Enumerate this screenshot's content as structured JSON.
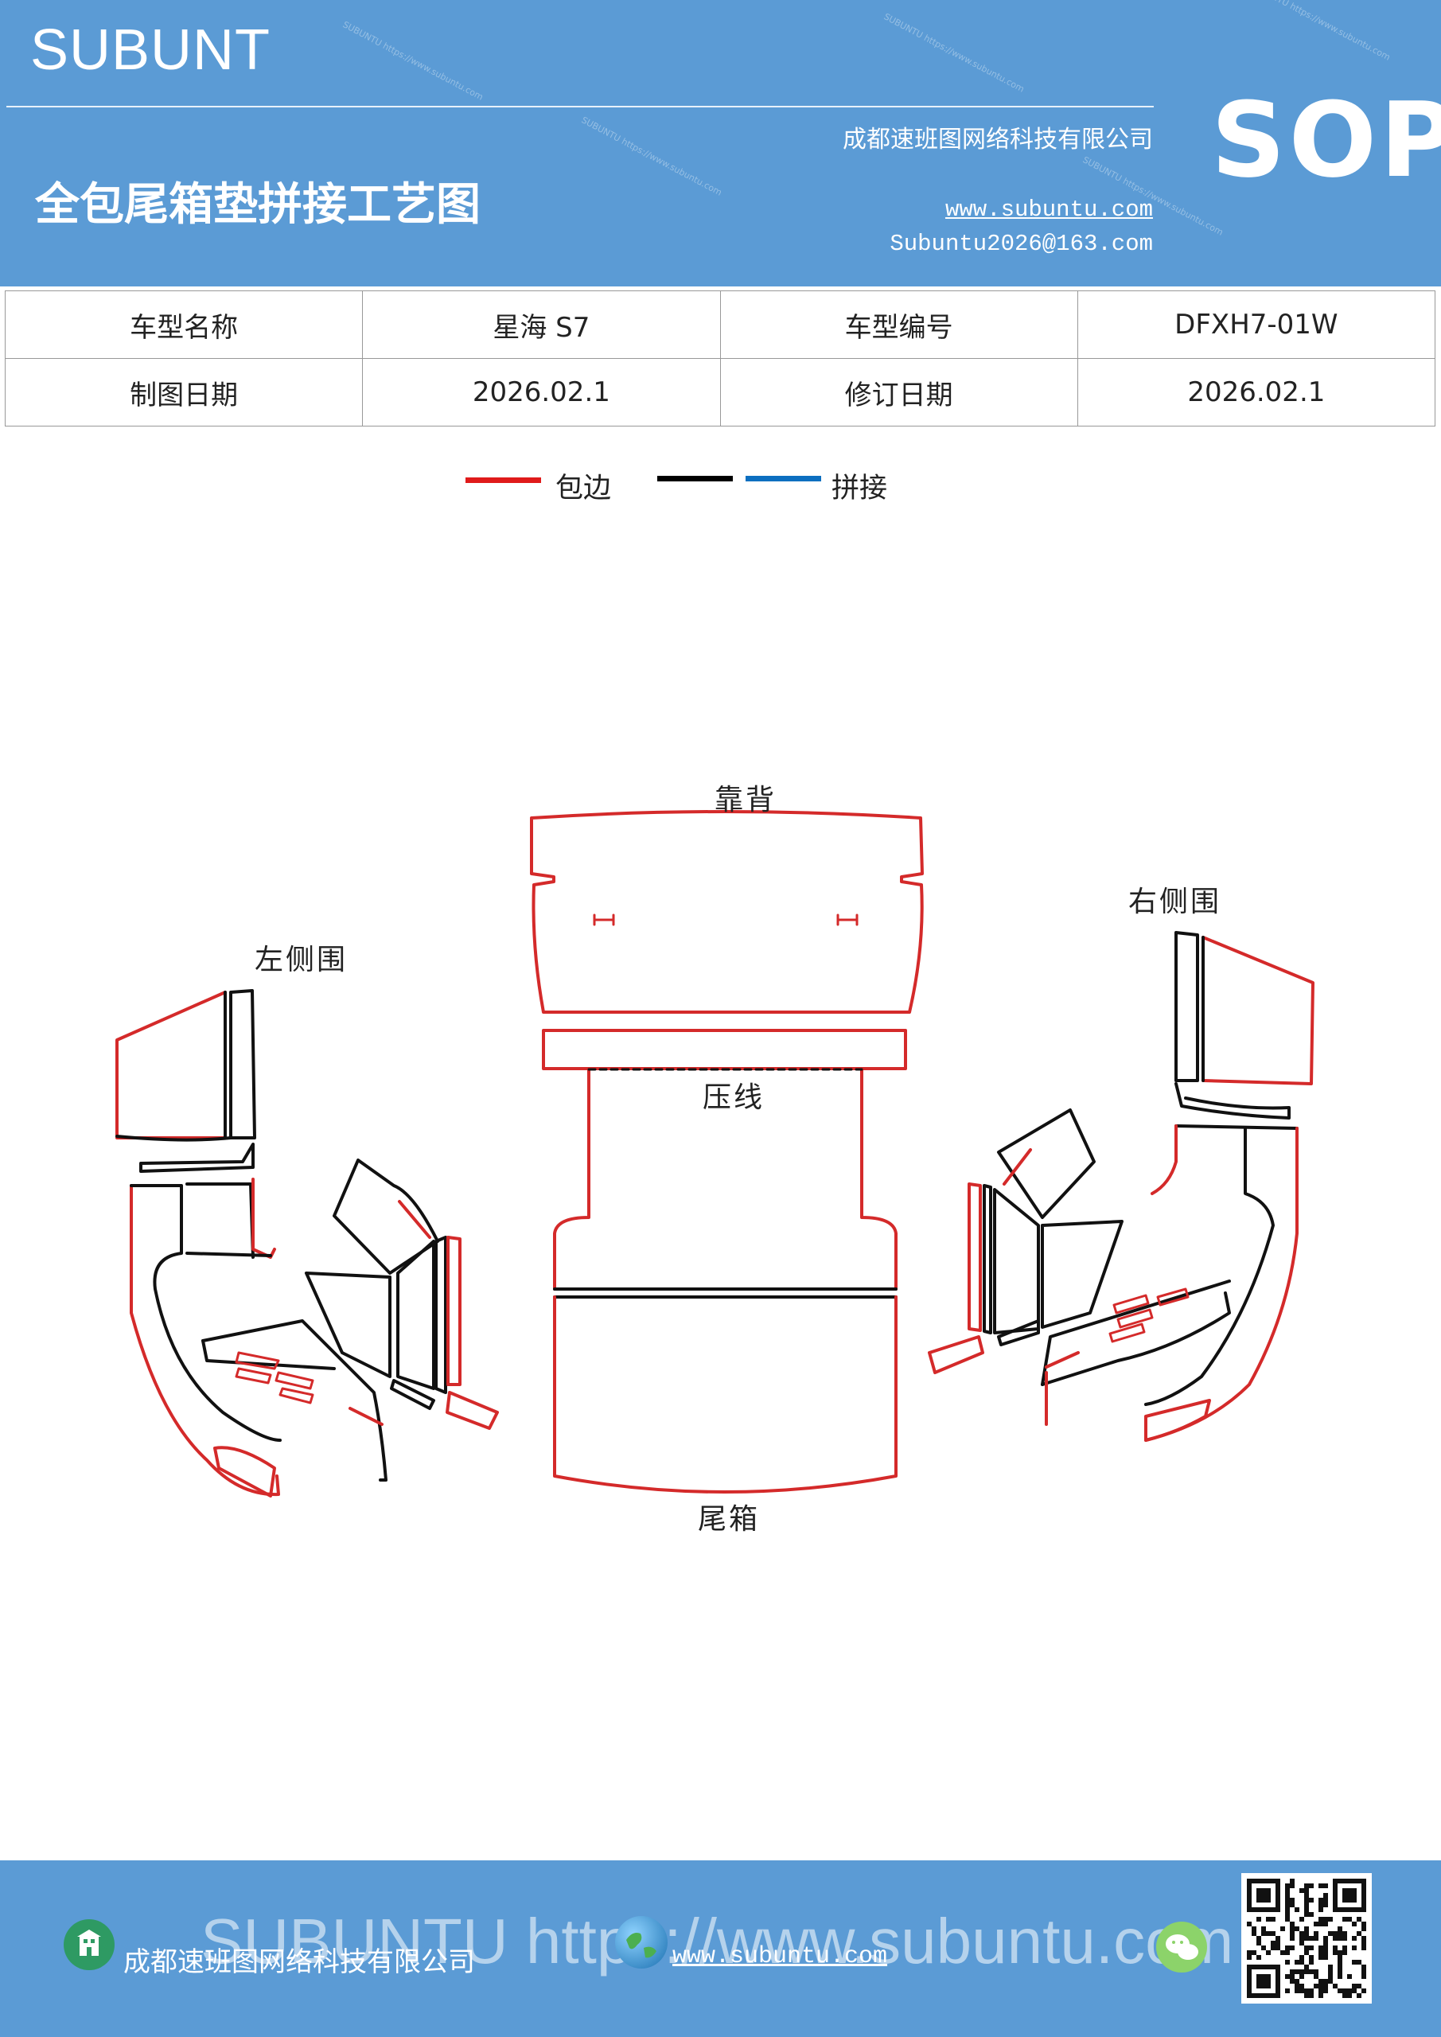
{
  "header": {
    "brand": "SUBUNT",
    "title": "全包尾箱垫拼接工艺图",
    "company": "成都速班图网络科技有限公司",
    "website": "www.subuntu.com",
    "email": "Subuntu2026@163.com",
    "badge": "SOP",
    "watermark": "SUBUNTU https://www.subuntu.com"
  },
  "info_table": {
    "rows": [
      {
        "label1": "车型名称",
        "value1": "星海 S7",
        "label2": "车型编号",
        "value2": "DFXH7-01W"
      },
      {
        "label1": "制图日期",
        "value1": "2026.02.1",
        "label2": "修订日期",
        "value2": "2026.02.1"
      }
    ]
  },
  "legend": {
    "items": [
      {
        "label": "包边",
        "color": "#e01b1b"
      },
      {
        "label": "",
        "color": "#000000"
      },
      {
        "label": "拼接",
        "color": "#0c6fc0"
      }
    ]
  },
  "diagram": {
    "labels": {
      "backrest": "靠背",
      "press_line": "压线",
      "trunk": "尾箱",
      "left_side": "左侧围",
      "right_side": "右侧围"
    },
    "colors": {
      "edge": "#d42a2a",
      "seam": "#111111"
    }
  },
  "footer": {
    "watermark": "SUBUNTU https://www.subuntu.com",
    "company": "成都速班图网络科技有限公司",
    "website": "www.subuntu.com",
    "icons": [
      "building-icon",
      "globe-icon",
      "wechat-icon",
      "qr-code"
    ]
  }
}
